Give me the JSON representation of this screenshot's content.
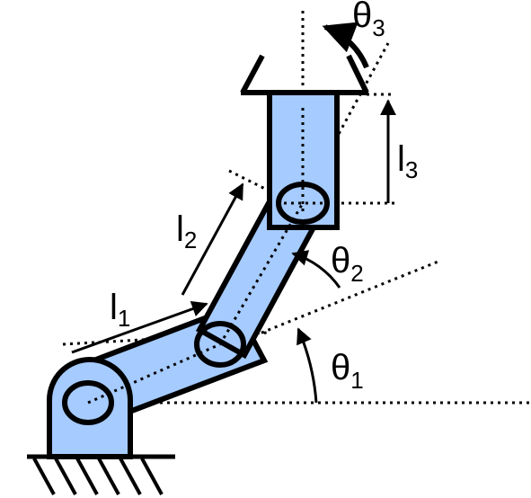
{
  "colors": {
    "link_fill": "#a6cbff",
    "outline": "#000000",
    "background": "#ffffff"
  },
  "labels": {
    "l1": {
      "symbol": "l",
      "sub": "1"
    },
    "l2": {
      "symbol": "l",
      "sub": "2"
    },
    "l3": {
      "symbol": "l",
      "sub": "3"
    },
    "theta1": {
      "symbol": "θ",
      "sub": "1"
    },
    "theta2": {
      "symbol": "θ",
      "sub": "2"
    },
    "theta3": {
      "symbol": "θ",
      "sub": "3"
    }
  }
}
